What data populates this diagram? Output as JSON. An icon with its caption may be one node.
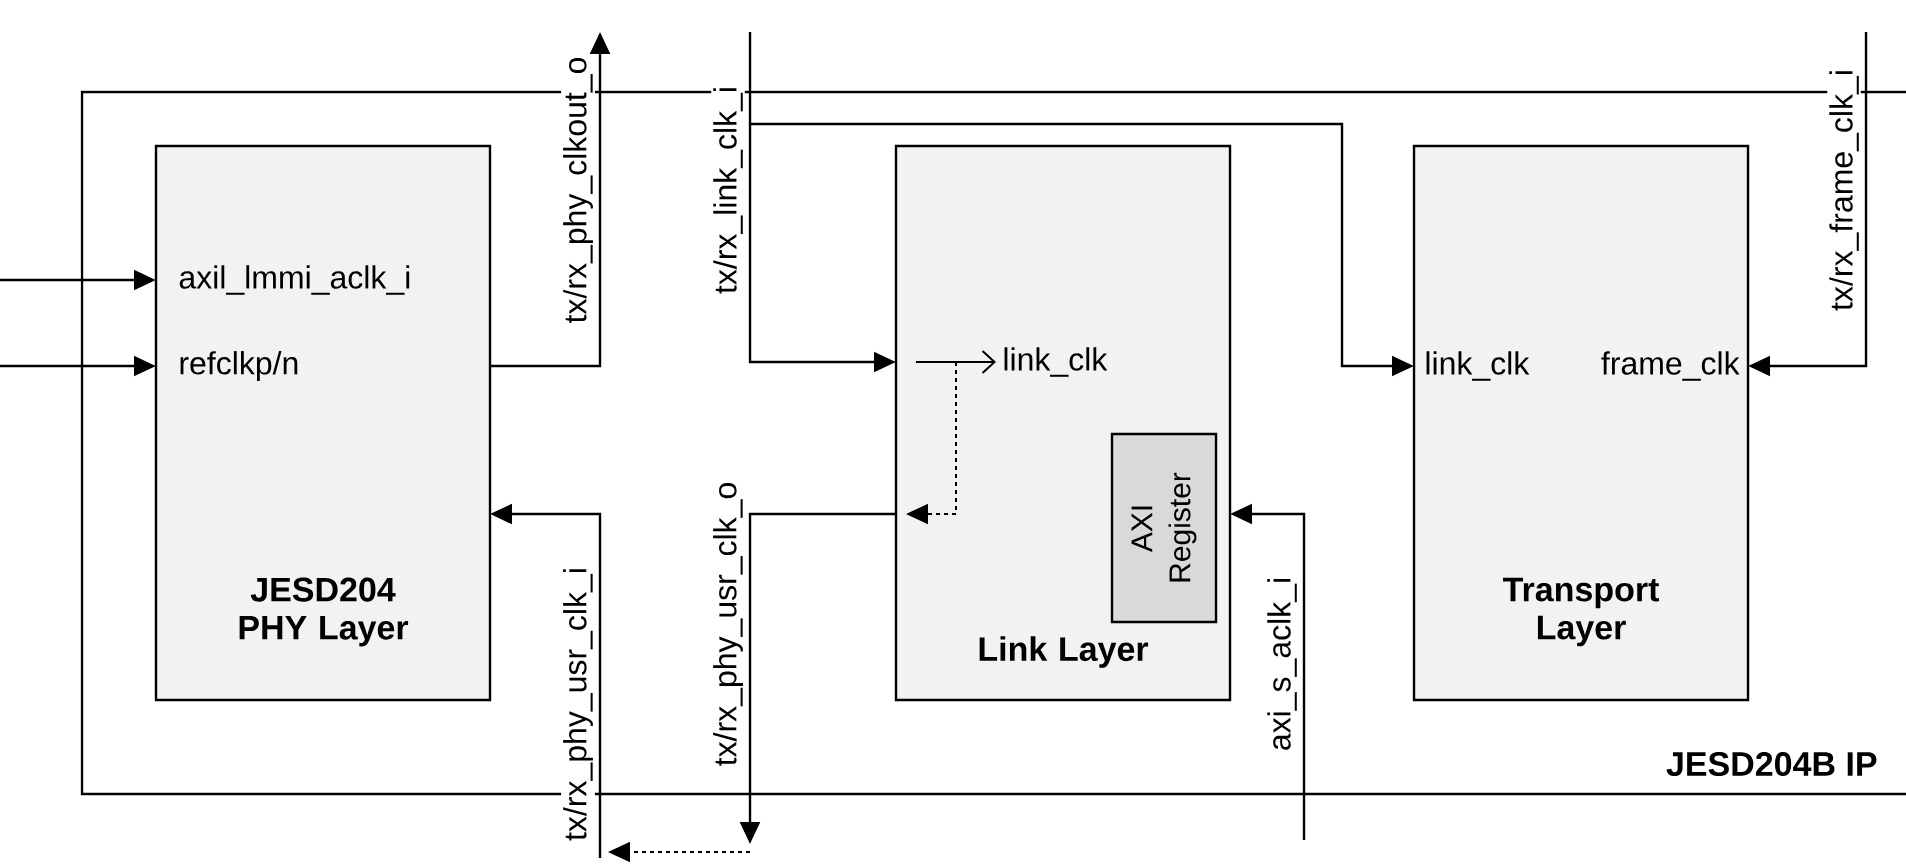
{
  "diagram": {
    "nodes": [
      {
        "text": [
          "JESD204B IP"
        ]
      },
      {
        "text": [
          "axil_lmmi_aclk_i",
          "refclkp/n",
          "JESD204 PHY Layer"
        ],
        "in": 0
      },
      {
        "text": [
          "link_clk",
          "Link Layer"
        ],
        "in": 0
      },
      {
        "text": [
          "AXI Register"
        ],
        "in": 2
      },
      {
        "text": [
          "link_clk",
          "frame_clk",
          "Transport Layer"
        ],
        "in": 0
      }
    ],
    "edges": [
      {
        "from": null,
        "to": 1,
        "arrow": "to"
      },
      {
        "from": null,
        "to": 1,
        "arrow": "to"
      },
      {
        "from": 1,
        "to": null,
        "arrow": "to",
        "label": "tx/rx_phy_clkout_o"
      },
      {
        "from": null,
        "to": 2,
        "arrow": "to",
        "label": "tx/rx_link_clk_i"
      },
      {
        "from": null,
        "to": 4,
        "arrow": "to"
      },
      {
        "from": null,
        "to": 4,
        "arrow": "to",
        "label": "tx/rx_frame_clk_i"
      },
      {
        "from": 2,
        "to": null,
        "arrow": "to",
        "label": "tx/rx_phy_usr_clk_o"
      },
      {
        "from": null,
        "to": 1,
        "arrow": "to",
        "label": "tx/rx_phy_usr_clk_i"
      },
      {
        "from": null,
        "to": 2,
        "arrow": "to",
        "label": "axi_s_aclk_i"
      }
    ]
  }
}
